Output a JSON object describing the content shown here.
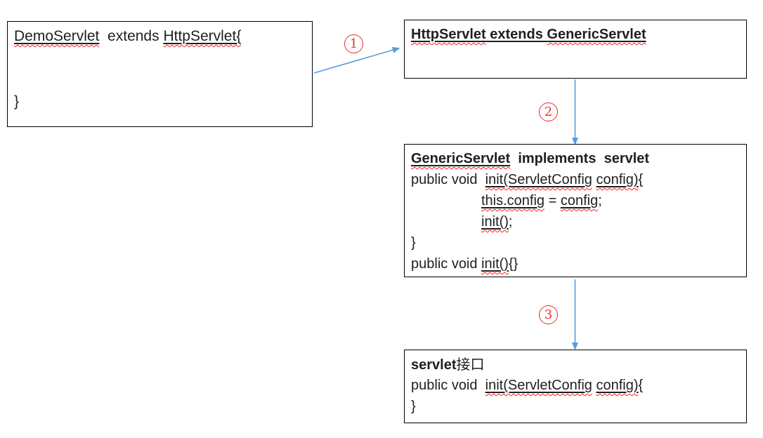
{
  "diagram": {
    "colors": {
      "arrow": "#5B9BD5",
      "step_number": "#ED2D2D",
      "box_border": "#000000",
      "text": "#1F1F1F",
      "wavy_underline": "#FF1C1C"
    },
    "step_labels": [
      {
        "text": "1"
      },
      {
        "text": "2"
      },
      {
        "text": "3"
      }
    ],
    "boxes": [
      {
        "id": "demo-servlet",
        "lines": [
          {
            "seg": [
              {
                "t": "DemoServlet",
                "s": "uw"
              },
              {
                "t": "  extends ",
                "s": "p"
              },
              {
                "t": "HttpServlet{",
                "s": "uw"
              }
            ]
          },
          {
            "seg": []
          },
          {
            "seg": []
          },
          {
            "seg": [
              {
                "t": "}",
                "s": "p"
              }
            ]
          }
        ]
      },
      {
        "id": "http-servlet",
        "lines": [
          {
            "seg": [
              {
                "t": "HttpServlet",
                "s": "buw"
              },
              {
                "t": " extends ",
                "s": "bu"
              },
              {
                "t": "GenericServlet",
                "s": "buw"
              }
            ]
          }
        ]
      },
      {
        "id": "generic-servlet",
        "lines": [
          {
            "seg": [
              {
                "t": "GenericServlet",
                "s": "buw"
              },
              {
                "t": "  implements  servlet",
                "s": "b"
              }
            ]
          },
          {
            "seg": [
              {
                "t": "public void  ",
                "s": "p"
              },
              {
                "t": "init(ServletConfig",
                "s": "uw"
              },
              {
                "t": " ",
                "s": "p"
              },
              {
                "t": "config)",
                "s": "uw"
              },
              {
                "t": "{",
                "s": "p"
              }
            ]
          },
          {
            "indent": 1,
            "seg": [
              {
                "t": "this.config",
                "s": "uw"
              },
              {
                "t": " = ",
                "s": "p"
              },
              {
                "t": "config",
                "s": "uw"
              },
              {
                "t": ";",
                "s": "p"
              }
            ]
          },
          {
            "indent": 1,
            "seg": [
              {
                "t": "init()",
                "s": "uw"
              },
              {
                "t": ";",
                "s": "p"
              }
            ]
          },
          {
            "seg": [
              {
                "t": "}",
                "s": "p"
              }
            ]
          },
          {
            "seg": [
              {
                "t": "public void ",
                "s": "p"
              },
              {
                "t": "init()",
                "s": "uw"
              },
              {
                "t": "{}",
                "s": "p"
              }
            ]
          }
        ]
      },
      {
        "id": "servlet-interface",
        "lines": [
          {
            "seg": [
              {
                "t": "servlet",
                "s": "b"
              },
              {
                "t": "接口",
                "s": "c"
              }
            ]
          },
          {
            "seg": [
              {
                "t": "public void  ",
                "s": "p"
              },
              {
                "t": "init(ServletConfig",
                "s": "uw"
              },
              {
                "t": " ",
                "s": "p"
              },
              {
                "t": "config)",
                "s": "uw"
              },
              {
                "t": "{",
                "s": "p"
              }
            ]
          },
          {
            "seg": [
              {
                "t": "}",
                "s": "p"
              }
            ]
          }
        ]
      }
    ]
  }
}
